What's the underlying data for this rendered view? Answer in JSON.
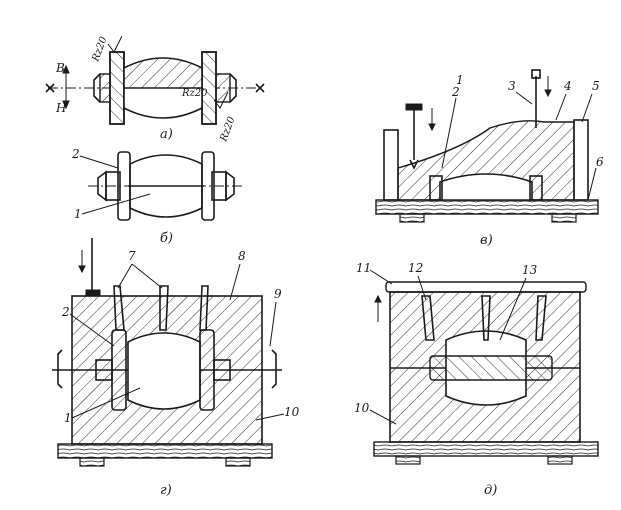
{
  "views": {
    "a": {
      "caption": "а)",
      "axis_up": "В",
      "axis_down": "Н",
      "roughness_1": "Rz20",
      "roughness_2": "Rz20",
      "roughness_3": "Rz20"
    },
    "b": {
      "caption": "б)",
      "labels": [
        "2",
        "1"
      ]
    },
    "v": {
      "caption": "в)",
      "labels": [
        "1",
        "2",
        "3",
        "4",
        "5",
        "6"
      ]
    },
    "g": {
      "caption": "г)",
      "labels": [
        "2",
        "7",
        "8",
        "9",
        "1",
        "10"
      ]
    },
    "d": {
      "caption": "д)",
      "labels": [
        "11",
        "12",
        "13",
        "10"
      ]
    }
  },
  "colors": {
    "ink": "#1b1b1b",
    "paper": "#ffffff"
  }
}
